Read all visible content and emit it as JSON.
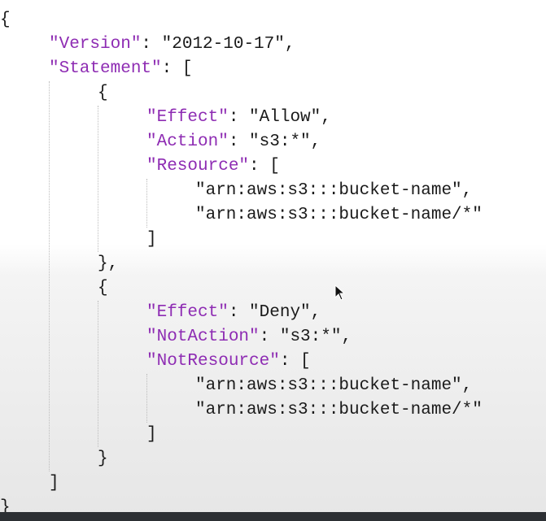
{
  "editor": {
    "lines": [
      {
        "indent": 0,
        "open": "{"
      },
      {
        "indent": 1,
        "key": "\"Version\"",
        "sep": ": ",
        "value": "\"2012-10-17\"",
        "tail": ","
      },
      {
        "indent": 1,
        "key": "\"Statement\"",
        "sep": ": ",
        "tail": "["
      },
      {
        "indent": 2,
        "open": "{"
      },
      {
        "indent": 3,
        "key": "\"Effect\"",
        "sep": ": ",
        "value": "\"Allow\"",
        "tail": ","
      },
      {
        "indent": 3,
        "key": "\"Action\"",
        "sep": ": ",
        "value": "\"s3:*\"",
        "tail": ","
      },
      {
        "indent": 3,
        "key": "\"Resource\"",
        "sep": ": ",
        "tail": "["
      },
      {
        "indent": 4,
        "value": "\"arn:aws:s3:::bucket-name\"",
        "tail": ","
      },
      {
        "indent": 4,
        "value": "\"arn:aws:s3:::bucket-name/*\""
      },
      {
        "indent": 3,
        "close": "]"
      },
      {
        "indent": 2,
        "close": "},"
      },
      {
        "indent": 2,
        "open": "{"
      },
      {
        "indent": 3,
        "key": "\"Effect\"",
        "sep": ": ",
        "value": "\"Deny\"",
        "tail": ","
      },
      {
        "indent": 3,
        "key": "\"NotAction\"",
        "sep": ": ",
        "value": "\"s3:*\"",
        "tail": ","
      },
      {
        "indent": 3,
        "key": "\"NotResource\"",
        "sep": ": ",
        "tail": "["
      },
      {
        "indent": 4,
        "value": "\"arn:aws:s3:::bucket-name\"",
        "tail": ","
      },
      {
        "indent": 4,
        "value": "\"arn:aws:s3:::bucket-name/*\""
      },
      {
        "indent": 3,
        "close": "]"
      },
      {
        "indent": 2,
        "close": "}"
      },
      {
        "indent": 1,
        "close": "]"
      },
      {
        "indent": 0,
        "close": "}"
      }
    ],
    "key_color": "#8e2cb3",
    "text_color": "#1a1a1a"
  },
  "cursor": {
    "icon": "mouse-pointer-icon"
  }
}
